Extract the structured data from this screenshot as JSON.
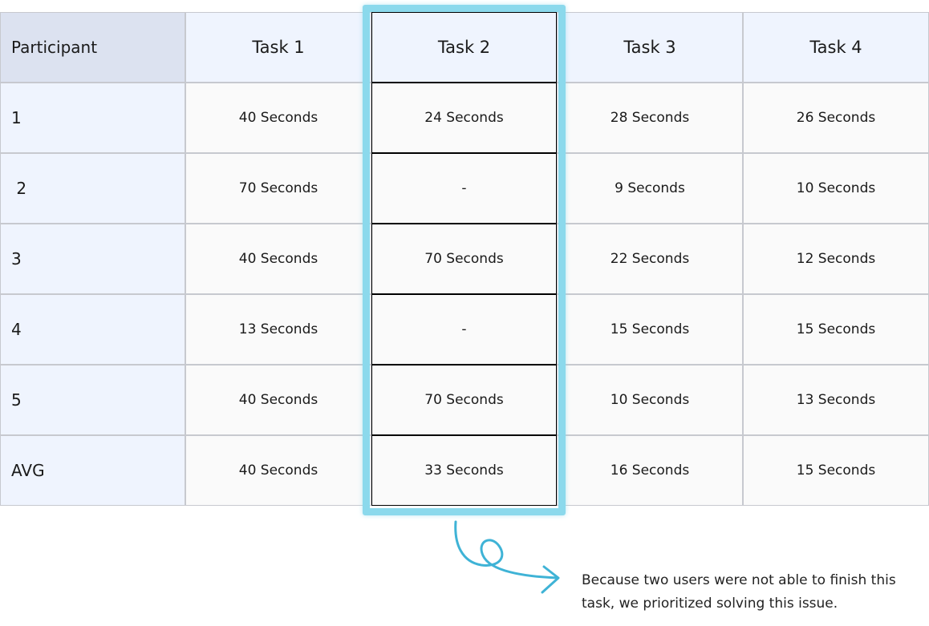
{
  "table": {
    "headers": [
      "Participant",
      "Task 1",
      "Task 2",
      "Task 3",
      "Task 4"
    ],
    "rows": [
      {
        "participant": "1",
        "values": [
          "40 Seconds",
          "24 Seconds",
          "28 Seconds",
          "26 Seconds"
        ]
      },
      {
        "participant": " 2",
        "values": [
          "70 Seconds",
          "-",
          "9 Seconds",
          "10 Seconds"
        ]
      },
      {
        "participant": "3",
        "values": [
          "40 Seconds",
          "70 Seconds",
          "22 Seconds",
          "12 Seconds"
        ]
      },
      {
        "participant": "4",
        "values": [
          "13 Seconds",
          "-",
          "15 Seconds",
          "15 Seconds"
        ]
      },
      {
        "participant": "5",
        "values": [
          "40 Seconds",
          "70 Seconds",
          "10 Seconds",
          "13 Seconds"
        ]
      },
      {
        "participant": "AVG",
        "values": [
          "40 Seconds",
          "33 Seconds",
          "16 Seconds",
          "15 Seconds"
        ]
      }
    ],
    "highlighted_column": "Task 2"
  },
  "annotation": {
    "text": "Because two users were not able to finish this\ntask, we prioritized solving this issue."
  },
  "colors": {
    "highlight": "#8bd9ec",
    "arrow": "#3fb3d6",
    "header_bg": "#eff4fe",
    "corner_bg": "#dce2f0",
    "cell_bg": "#fafafa",
    "grid_line": "#c7c9cf"
  }
}
